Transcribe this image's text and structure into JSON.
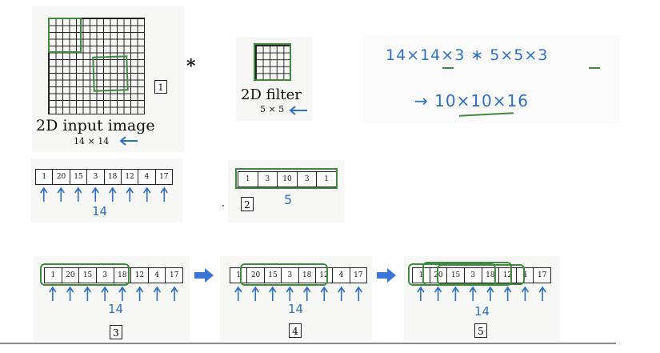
{
  "top": {
    "input_label": "2D input image",
    "input_size": "14 × 14",
    "operator": "*",
    "filter_label": "2D filter",
    "filter_size": "5 × 5",
    "box1": "1",
    "eq1": "14×14×3  ∗   5×5×3",
    "eq2": "→ 10×10×16"
  },
  "row2": {
    "strip_values": [
      "1",
      "20",
      "15",
      "3",
      "18",
      "12",
      "4",
      "17"
    ],
    "count_label": "14",
    "filter_values": [
      "1",
      "3",
      "10",
      "3",
      "1"
    ],
    "filter_len": "5",
    "box2": "2"
  },
  "row3": {
    "steps": [
      {
        "box": "3",
        "count": "14"
      },
      {
        "box": "4",
        "count": "14"
      },
      {
        "box": "5",
        "count": "14"
      }
    ],
    "strip_values": [
      "1",
      "20",
      "15",
      "3",
      "18",
      "12",
      "4",
      "17"
    ]
  },
  "colors": {
    "ink_blue": "#2f6fbf",
    "ink_green": "#3f8a3f",
    "arrow_blue": "#3b76d6"
  }
}
